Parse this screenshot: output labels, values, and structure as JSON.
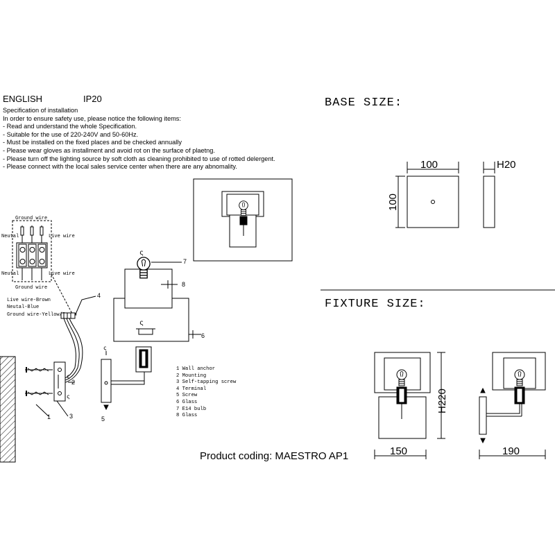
{
  "header": {
    "language": "ENGLISH",
    "ip_rating": "IP20"
  },
  "specification": {
    "title": "Specification of installation",
    "lines": [
      "In order to ensure safety use, please notice the following items:",
      "- Read and understand the whole Specification.",
      "- Suitable for the use of 220-240V and 50-60Hz.",
      "- Must be installed on the fixed places and be checked annually",
      "- Please wear gloves as installment and avoid rot on the surface of plaetng.",
      "- Please turn off the lighting source by soft cloth as cleaning prohibited to use of rotted delergent.",
      "- Please connect with the local sales service center when there are any abnomality."
    ]
  },
  "wiring": {
    "ground_top": "Ground wire",
    "neutral_top": "Neutal",
    "live_top": "Live wire",
    "neutral_bottom": "Neutal",
    "live_bottom": "Live wire",
    "ground_bottom": "Ground wire",
    "colors": [
      "Live wire-Brown",
      "Neutal-Blue",
      "Ground wire-Yellow/Green"
    ]
  },
  "callouts": [
    "1",
    "2",
    "3",
    "4",
    "5",
    "6",
    "7",
    "8"
  ],
  "parts_legend": [
    "1 Wall anchor",
    "2 Mounting",
    "3 Self-tapping screw",
    "4 Terminal",
    "5 Screw",
    "6 Glass",
    "7 E14 bulb",
    "8 Glass"
  ],
  "base_size": {
    "title": "BASE SIZE:",
    "width": "100",
    "height": "100",
    "depth": "H20"
  },
  "fixture_size": {
    "title": "FIXTURE SIZE:",
    "height": "H220",
    "width": "150",
    "depth": "190"
  },
  "product_coding": "Product coding: MAESTRO AP1"
}
